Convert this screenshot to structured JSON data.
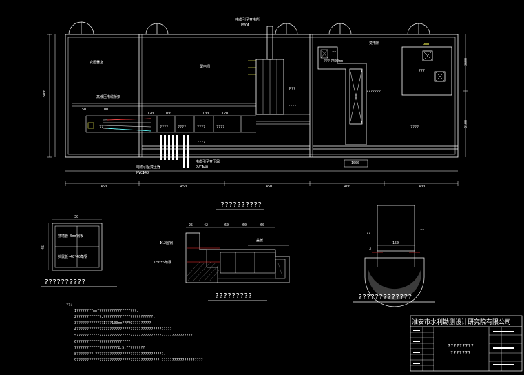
{
  "main_plan": {
    "top_cable_label": "电缆引至变电所",
    "top_cable_sub": "PVCΦ",
    "left_room_label": "变压器室",
    "mid_room_label": "配电间",
    "right_room_label": "变电所",
    "cable_tray_label": "高低压电缆桥架",
    "vertical_dims": [
      "2400",
      "3600",
      "3100"
    ],
    "bottom_dims": [
      "450",
      "450",
      "450",
      "400",
      "400"
    ],
    "inner_dims": [
      "150",
      "100",
      "120",
      "100",
      "100",
      "120"
    ],
    "cabinet_labels": [
      "????",
      "????",
      "????",
      "????"
    ],
    "side_labels": [
      "P??",
      "????",
      "???",
      "????",
      "???????",
      "????"
    ],
    "right_top_dim": "900",
    "right_small": "1000",
    "dim_7400": "7400mm",
    "bottom_cable_label": "电缆引至变压器",
    "bottom_cable_sub": "PVCΦ40",
    "extra_labels": [
      "??",
      "??",
      "???"
    ]
  },
  "plan_title": "??????????",
  "detail1": {
    "title": "??????????",
    "dim_top": "30",
    "dim_side": "45",
    "text1": "穿墙管-5mm钢板",
    "text2": "挡鼠板-40*40角钢"
  },
  "detail2": {
    "title": "?????????",
    "dims": [
      "25",
      "42",
      "60",
      "60",
      "60"
    ],
    "label_a": "Φ12圆钢",
    "label_b": "L50*5角钢",
    "label_c": "盖板"
  },
  "detail3": {
    "title": "?????????????",
    "dim": "150",
    "label_left": "??",
    "label_right": "??",
    "label_bottom": "3"
  },
  "notes": {
    "heading": "??：",
    "lines": [
      "1????????mm???????????????????.",
      "2????????????,????????????????????????.",
      "3?????????????1???100mm??PVC?????????",
      "4??????????????????????????????????????????????.",
      "5????????????????????????????????????????????????????????.",
      "6??????????????????????????",
      "7????????????????????2.5,?????????",
      "8????????,?????????????????????????????????.",
      "9????????????????????????????????????????,????????????????????."
    ]
  },
  "title_block": {
    "company": "淮安市水利勘测设计研究院有限公司",
    "drawing_name_1": "?????????",
    "drawing_name_2": "???????"
  },
  "colors": {
    "background": "#000000",
    "lines": "#ffffff",
    "yellow": "#ffff55",
    "cyan": "#55ffff",
    "red": "#ff3333"
  }
}
